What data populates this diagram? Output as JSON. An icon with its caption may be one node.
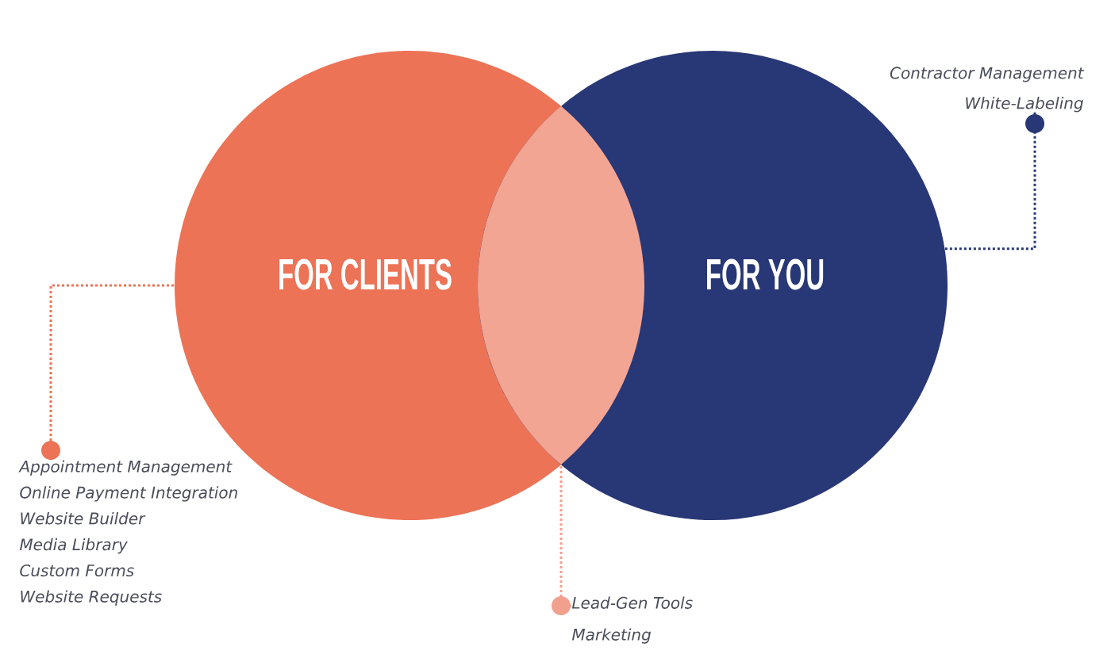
{
  "diagram": {
    "nodes": [
      {
        "text": [
          "FOR CLIENTS"
        ]
      },
      {
        "text": [
          "FOR YOU"
        ]
      },
      {
        "text": [],
        "shape": "lens"
      },
      {
        "text": [
          "Appointment Management",
          "Online Payment Integration",
          "Website Builder",
          "Media Library",
          "Custom Forms",
          "Website Requests"
        ]
      },
      {
        "text": [
          "Contractor Management",
          "White-Labeling"
        ]
      },
      {
        "text": [
          "Lead-Gen Tools",
          "Marketing"
        ]
      }
    ],
    "edges": [
      {
        "from": 3,
        "to": 0,
        "arrow": "other",
        "style": "dashed",
        "color": "#ec7356"
      },
      {
        "from": 4,
        "to": 1,
        "arrow": "other",
        "style": "dashed",
        "color": "#283775"
      },
      {
        "from": 5,
        "to": 2,
        "arrow": "other",
        "style": "dashed",
        "color": "#f2a08e"
      }
    ]
  }
}
